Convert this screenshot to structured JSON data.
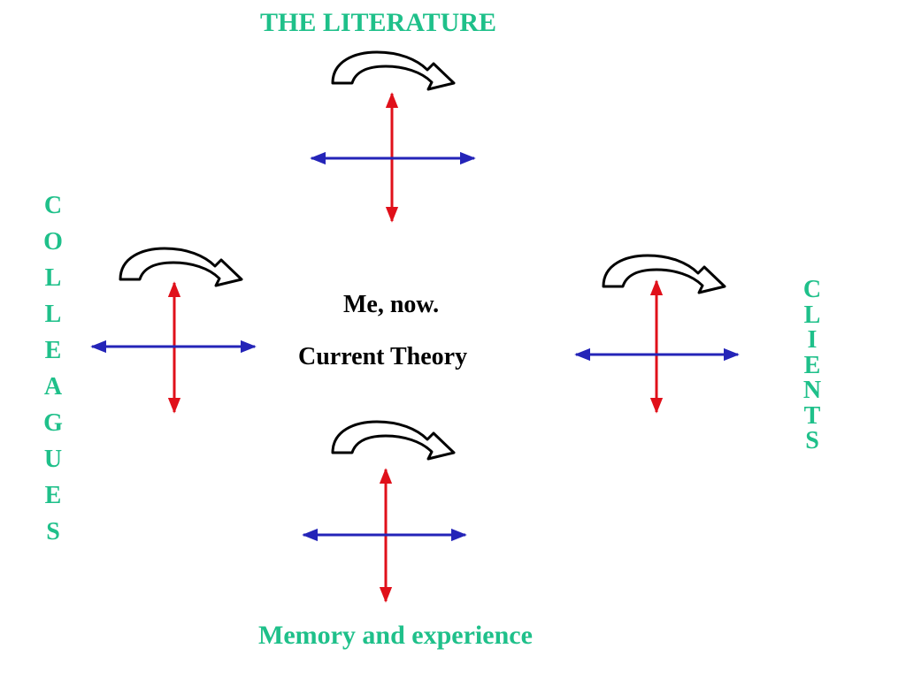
{
  "diagram": {
    "top_label": "THE LITERATURE",
    "bottom_label": "Memory and experience",
    "left_label": [
      "C",
      "O",
      "L",
      "L",
      "E",
      "A",
      "G",
      "U",
      "E",
      "S"
    ],
    "right_label": [
      "C",
      "L",
      "I",
      "E",
      "N",
      "T",
      "S"
    ],
    "center_line_1": "Me, now.",
    "center_line_2": "Current Theory"
  },
  "colors": {
    "label_green": "#1fc08a",
    "vertical_axis_red": "#e0101a",
    "horizontal_axis_blue": "#2424b8",
    "curved_arrow_outline": "#000000"
  }
}
